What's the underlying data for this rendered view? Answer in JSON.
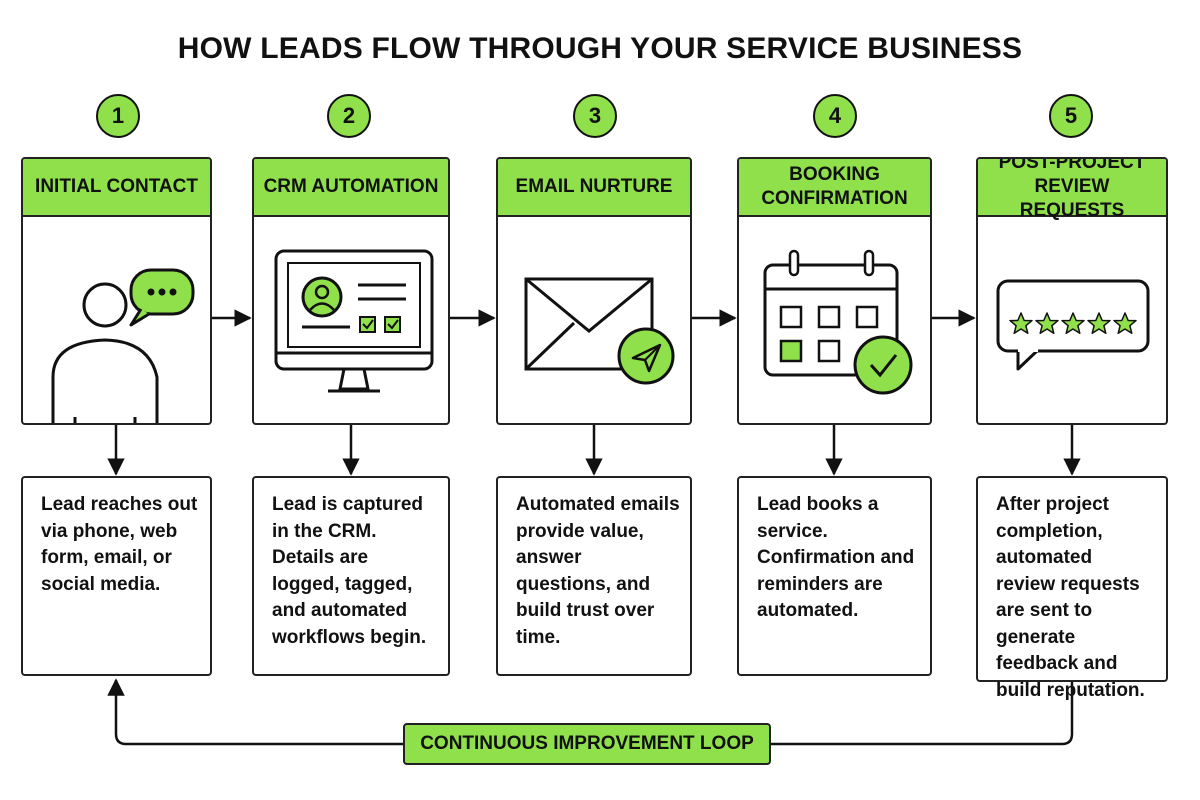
{
  "title": "HOW LEADS FLOW THROUGH YOUR SERVICE BUSINESS",
  "accent_color": "#8fe04a",
  "steps": [
    {
      "number": "1",
      "label": "INITIAL CONTACT",
      "icon": "person-with-chat-bubble-icon",
      "description": "Lead reaches out via phone, web form, email, or social media."
    },
    {
      "number": "2",
      "label": "CRM AUTOMATION",
      "icon": "computer-monitor-crm-icon",
      "description": "Lead is captured in the CRM. Details are logged, tagged, and automated workflows begin."
    },
    {
      "number": "3",
      "label": "EMAIL NURTURE",
      "icon": "envelope-send-icon",
      "description": "Automated emails provide value, answer questions, and build trust over time."
    },
    {
      "number": "4",
      "label": "BOOKING CONFIRMATION",
      "icon": "calendar-check-icon",
      "description": "Lead books a service. Confirmation and reminders are automated."
    },
    {
      "number": "5",
      "label": "POST-PROJECT REVIEW REQUESTS",
      "icon": "five-star-review-icon",
      "description": "After project completion, automated review requests are sent to generate feedback and build reputation."
    }
  ],
  "loop_label": "CONTINUOUS IMPROVEMENT LOOP"
}
